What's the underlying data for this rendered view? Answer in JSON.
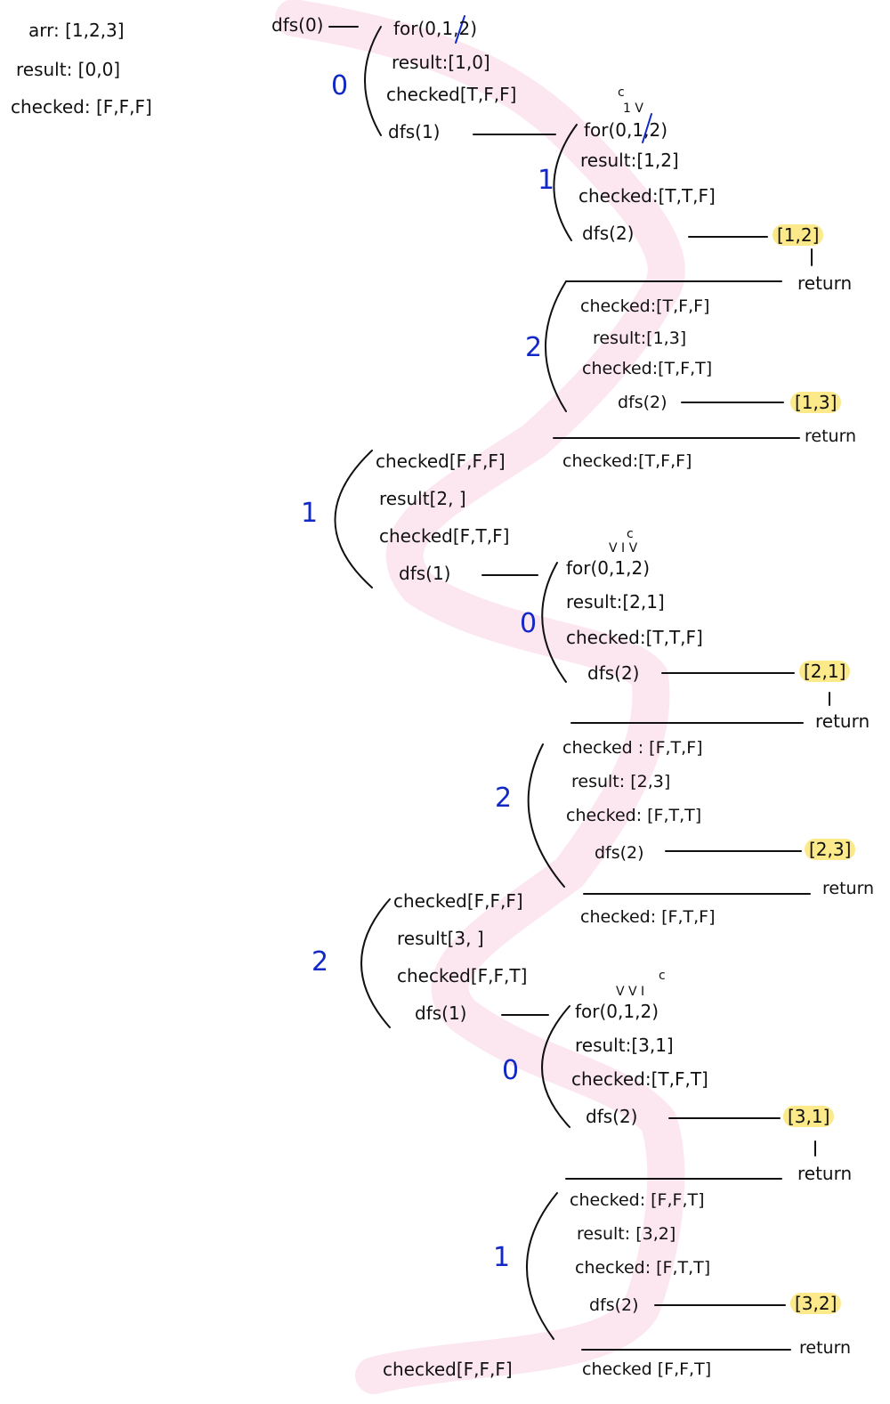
{
  "header": {
    "arr": "arr: [1,2,3]",
    "result": "result: [0,0]",
    "checked": "checked: [F,F,F]"
  },
  "root_call": "dfs(0)",
  "iteration_numbers": [
    "0",
    "1",
    "2",
    "1",
    "0",
    "2",
    "2",
    "0",
    "1"
  ],
  "level0_first": {
    "for": "for(0,1,2)",
    "result": "result:[1,0]",
    "checked": "checked[T,F,F]",
    "dfs": "dfs(1)"
  },
  "level1_first": {
    "marks": "c",
    "marks_below": "1 V",
    "for": "for(0,1,2)",
    "result": "result:[1,2]",
    "checked": "checked:[T,T,F]",
    "dfs": "dfs(2)",
    "output": "[1,2]",
    "ret": "return"
  },
  "level1_second": {
    "checked_reset": "checked:[T,F,F]",
    "result": "result:[1,3]",
    "checked": "checked:[T,F,T]",
    "dfs": "dfs(2)",
    "output": "[1,3]",
    "ret": "return",
    "checked_after": "checked:[T,F,F]"
  },
  "level0_second": {
    "checked_reset": "checked[F,F,F]",
    "result": "result[2, ]",
    "checked": "checked[F,T,F]",
    "dfs": "dfs(1)"
  },
  "level1_third": {
    "marks": "c",
    "marks_below": "V I V",
    "for": "for(0,1,2)",
    "result": "result:[2,1]",
    "checked": "checked:[T,T,F]",
    "dfs": "dfs(2)",
    "output": "[2,1]",
    "ret": "return"
  },
  "level1_fourth": {
    "checked_reset": "checked : [F,T,F]",
    "result": "result: [2,3]",
    "checked": "checked: [F,T,T]",
    "dfs": "dfs(2)",
    "output": "[2,3]",
    "ret": "return",
    "checked_after": "checked: [F,T,F]"
  },
  "level0_third": {
    "checked_reset": "checked[F,F,F]",
    "result": "result[3, ]",
    "checked": "checked[F,F,T]",
    "dfs": "dfs(1)"
  },
  "level1_fifth": {
    "marks": "c",
    "marks_below": "V V I",
    "for": "for(0,1,2)",
    "result": "result:[3,1]",
    "checked": "checked:[T,F,T]",
    "dfs": "dfs(2)",
    "output": "[3,1]",
    "ret": "return"
  },
  "level1_sixth": {
    "checked_reset": "checked: [F,F,T]",
    "result": "result: [3,2]",
    "checked": "checked: [F,T,T]",
    "dfs": "dfs(2)",
    "output": "[3,2]",
    "ret": "return",
    "checked_after": "checked [F,F,T]"
  },
  "final_checked": "checked[F,F,F]",
  "colors": {
    "ink": "#111111",
    "number": "#1228c7",
    "highlight": "#fbe98a",
    "path_trace": "#fbe3ee"
  }
}
